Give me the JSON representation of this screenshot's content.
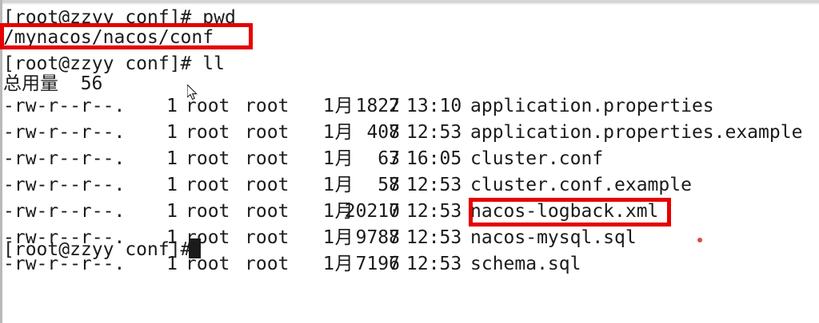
{
  "terminal": {
    "prompt": "[root@zzyy conf]#",
    "command_1": "pwd",
    "command_2": "ll",
    "pwd_output": "/mynacos/nacos/conf",
    "total_label": "总用量",
    "total_value": "56",
    "final_prompt": "[root@zzyy conf]#",
    "cursor_glyph": "block-cursor",
    "text_color": "#1b1b1b",
    "background_color": "#ffffff"
  },
  "listing": {
    "columns": [
      "permissions",
      "links",
      "owner",
      "group",
      "size",
      "month",
      "day",
      "time",
      "name"
    ],
    "rows": [
      {
        "permissions": "-rw-r--r--.",
        "links": "1",
        "owner": "root",
        "group": "root",
        "size": "1822",
        "month": "1月",
        "day": "7",
        "time": "13:10",
        "name": "application.properties"
      },
      {
        "permissions": "-rw-r--r--.",
        "links": "1",
        "owner": "root",
        "group": "root",
        "size": "408",
        "month": "1月",
        "day": "7",
        "time": "12:53",
        "name": "application.properties.example"
      },
      {
        "permissions": "-rw-r--r--.",
        "links": "1",
        "owner": "root",
        "group": "root",
        "size": "63",
        "month": "1月",
        "day": "7",
        "time": "16:05",
        "name": "cluster.conf"
      },
      {
        "permissions": "-rw-r--r--.",
        "links": "1",
        "owner": "root",
        "group": "root",
        "size": "58",
        "month": "1月",
        "day": "7",
        "time": "12:53",
        "name": "cluster.conf.example"
      },
      {
        "permissions": "-rw-r--r--.",
        "links": "1",
        "owner": "root",
        "group": "root",
        "size": "20210",
        "month": "1月",
        "day": "7",
        "time": "12:53",
        "name": "nacos-logback.xml"
      },
      {
        "permissions": "-rw-r--r--.",
        "links": "1",
        "owner": "root",
        "group": "root",
        "size": "9788",
        "month": "1月",
        "day": "7",
        "time": "12:53",
        "name": "nacos-mysql.sql"
      },
      {
        "permissions": "-rw-r--r--.",
        "links": "1",
        "owner": "root",
        "group": "root",
        "size": "7196",
        "month": "1月",
        "day": "7",
        "time": "12:53",
        "name": "schema.sql"
      }
    ]
  },
  "annotations": {
    "color": "#e60000",
    "boxes": [
      {
        "target": "pwd-output-path",
        "label": "/mynacos/nacos/conf"
      },
      {
        "target": "file-nacos-mysql-sql",
        "label": "nacos-mysql.sql"
      }
    ]
  },
  "pointer": {
    "type": "arrow-cursor"
  }
}
